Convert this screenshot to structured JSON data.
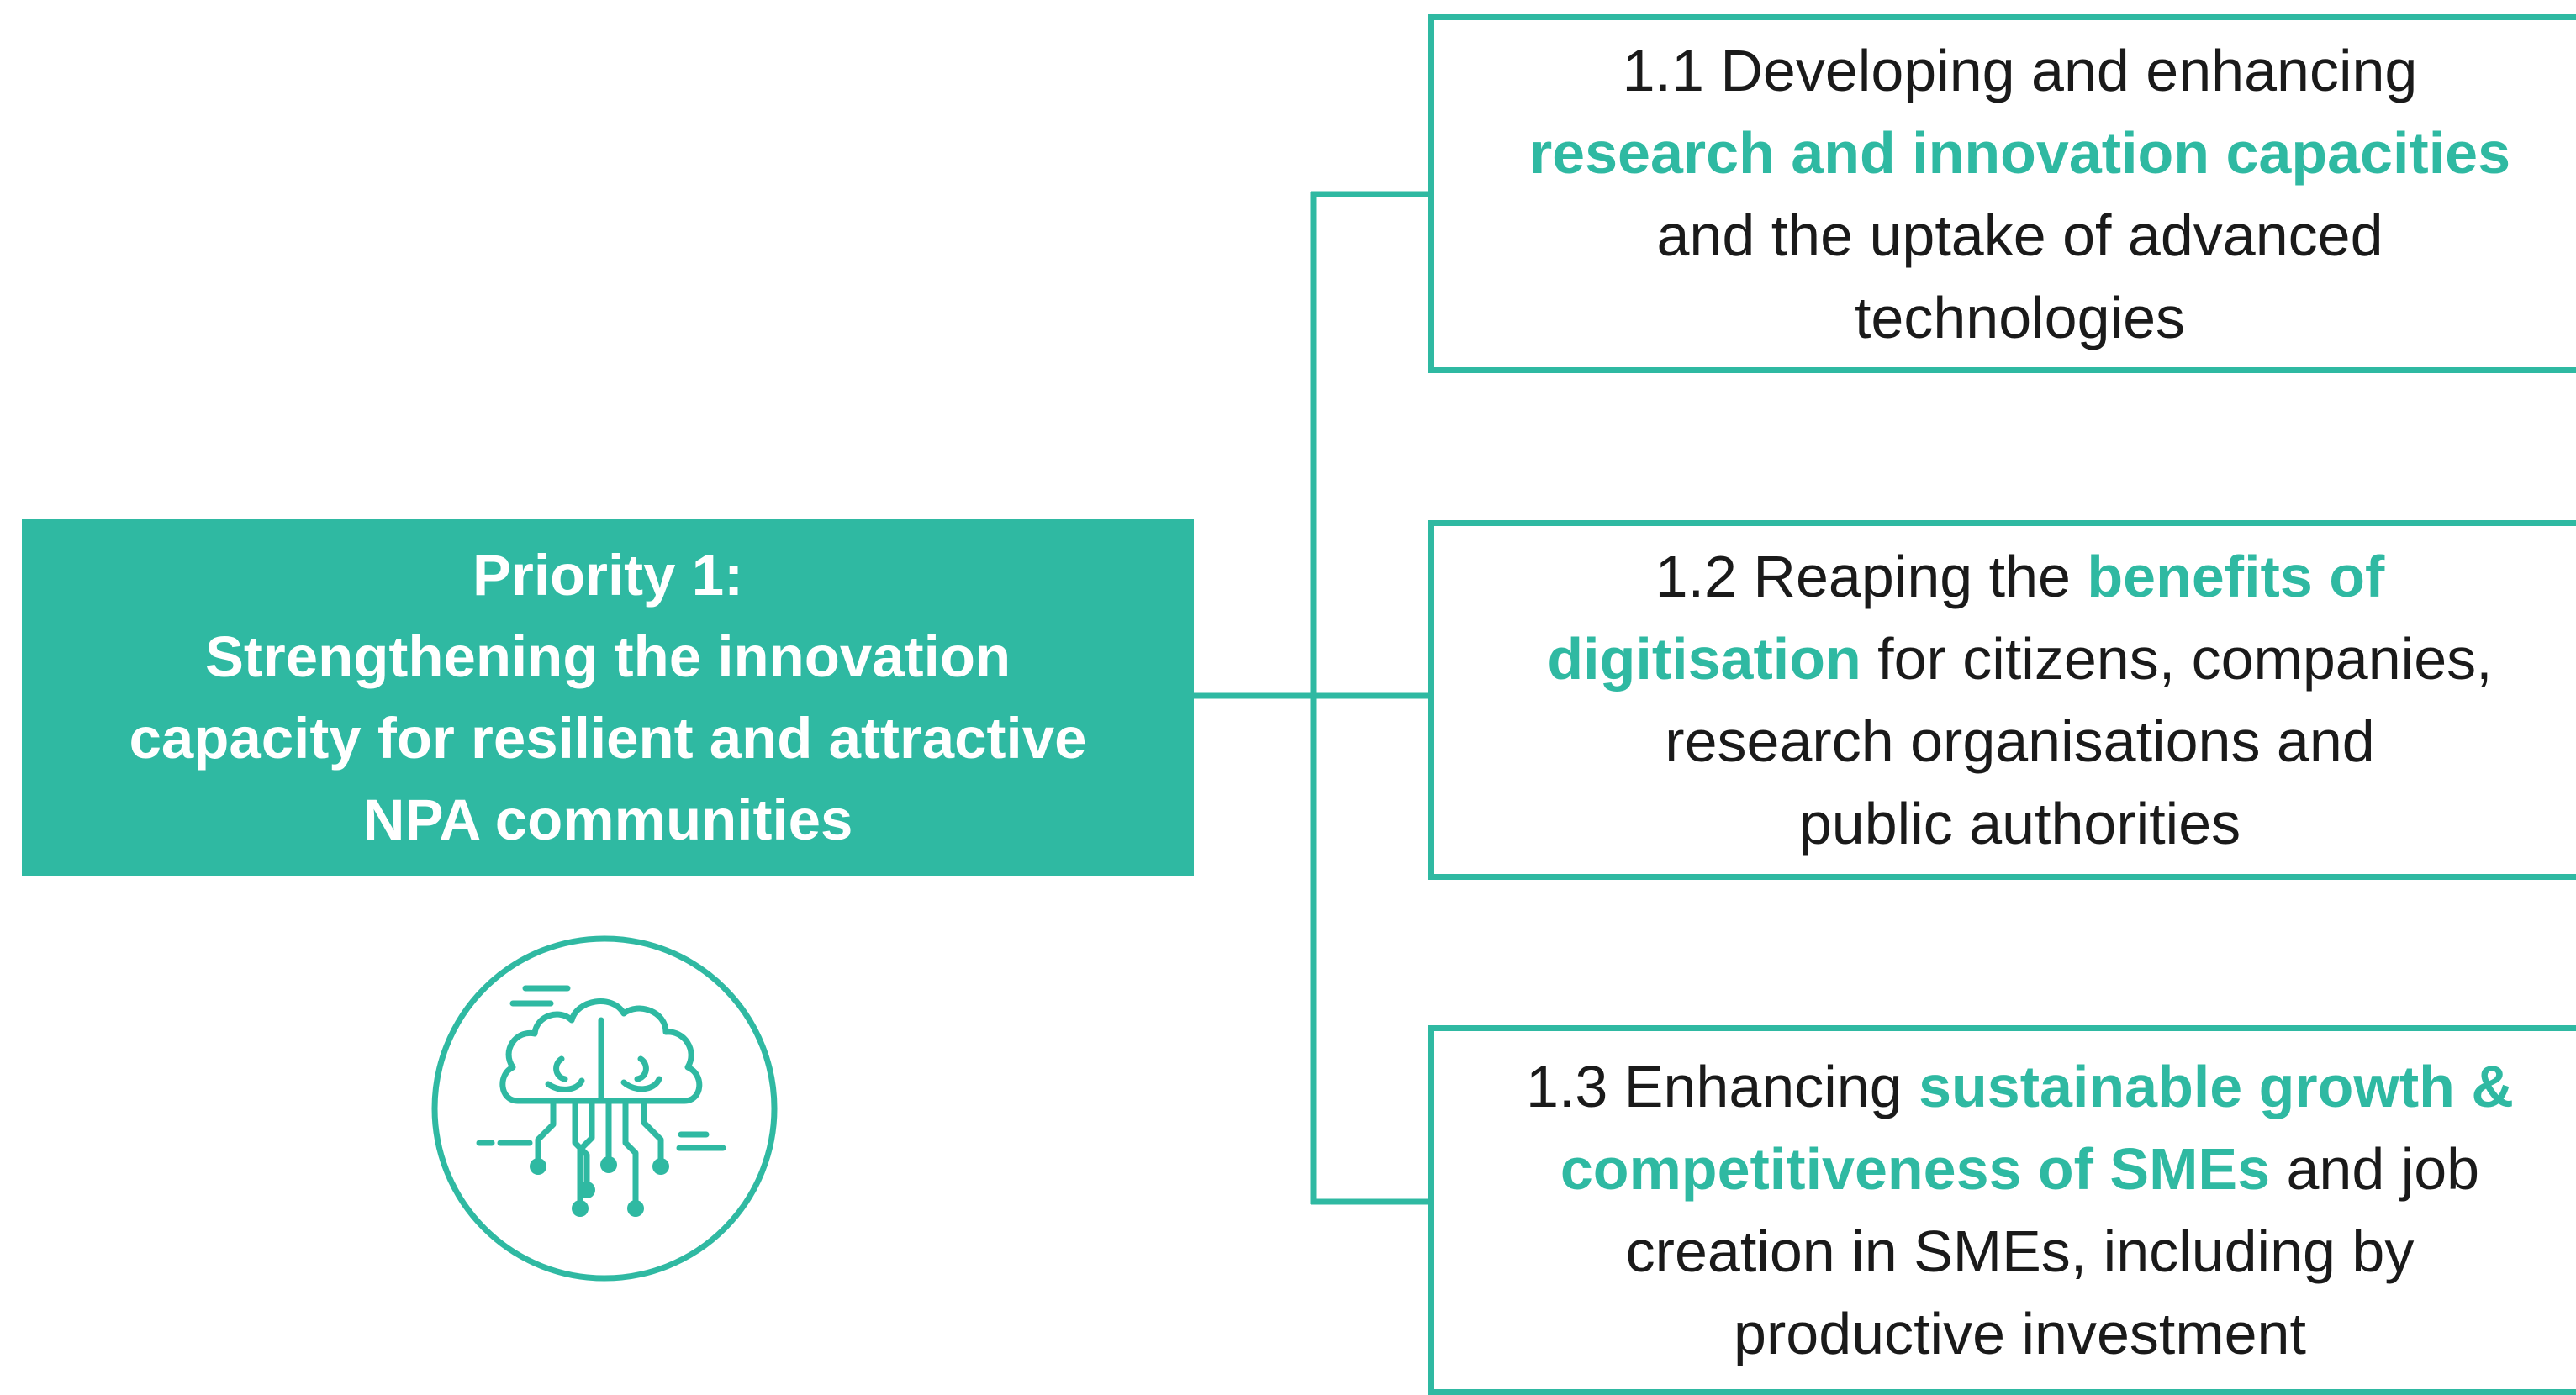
{
  "priority": {
    "line1": "Priority 1:",
    "line2": "Strengthening the innovation",
    "line3": "capacity for resilient and attractive",
    "line4": "NPA communities"
  },
  "objectives": [
    {
      "line1": "1.1 Developing and enhancing",
      "line2_highlight": "research and innovation capacities",
      "line3": "and the uptake of advanced",
      "line4": "technologies"
    },
    {
      "line1_pre": "1.2 Reaping the ",
      "line1_highlight": "benefits of",
      "line2_highlight": "digitisation",
      "line2_post": " for citizens, companies,",
      "line3": "research organisations and",
      "line4": "public authorities"
    },
    {
      "line1_pre": "1.3 Enhancing ",
      "line1_highlight": "sustainable growth &",
      "line2_highlight": "competitiveness of SMEs",
      "line2_post": " and job",
      "line3": "creation in SMEs, including by",
      "line4": "productive investment"
    }
  ],
  "icon": {
    "name": "cloud-brain-circuit-icon"
  },
  "colors": {
    "accent": "#2fb9a2",
    "text": "#1a1a1a",
    "background": "#ffffff"
  }
}
